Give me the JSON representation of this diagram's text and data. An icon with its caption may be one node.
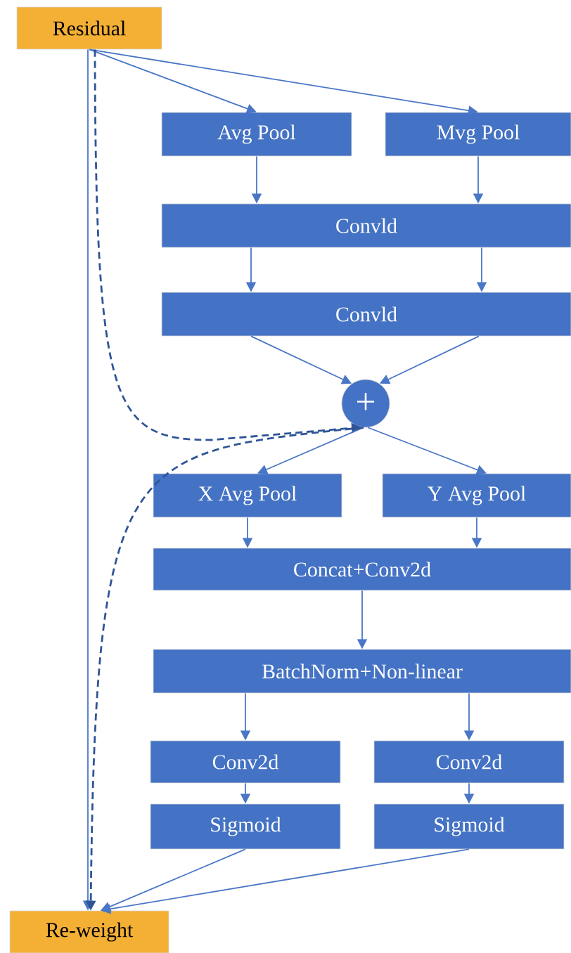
{
  "diagram": {
    "nodes": [
      {
        "text": [
          "Residual"
        ]
      },
      {
        "text": [
          "Avg Pool"
        ]
      },
      {
        "text": [
          "Mvg Pool"
        ]
      },
      {
        "text": [
          "Convld"
        ]
      },
      {
        "text": [
          "Convld"
        ]
      },
      {
        "text": [
          "+"
        ]
      },
      {
        "text": [
          "X Avg Pool"
        ]
      },
      {
        "text": [
          "Y Avg Pool"
        ]
      },
      {
        "text": [
          "Concat+Conv2d"
        ]
      },
      {
        "text": [
          "BatchNorm+Non-linear"
        ]
      },
      {
        "text": [
          "Conv2d"
        ]
      },
      {
        "text": [
          "Conv2d"
        ]
      },
      {
        "text": [
          "Sigmoid"
        ]
      },
      {
        "text": [
          "Sigmoid"
        ]
      },
      {
        "text": [
          "Re-weight"
        ]
      }
    ],
    "edges": [
      {
        "from": 0,
        "to": 1,
        "arrow": "to"
      },
      {
        "from": 0,
        "to": 2,
        "arrow": "to"
      },
      {
        "from": 1,
        "to": 3,
        "arrow": "to"
      },
      {
        "from": 2,
        "to": 3,
        "arrow": "to"
      },
      {
        "from": 3,
        "to": 4,
        "arrow": "to"
      },
      {
        "from": 3,
        "to": 4,
        "arrow": "to"
      },
      {
        "from": 4,
        "to": 5,
        "arrow": "to"
      },
      {
        "from": 4,
        "to": 5,
        "arrow": "to"
      },
      {
        "from": 0,
        "to": 5,
        "arrow": "to",
        "style": "dashed",
        "color": "#2f5597"
      },
      {
        "from": 5,
        "to": 6,
        "arrow": "to"
      },
      {
        "from": 5,
        "to": 7,
        "arrow": "to"
      },
      {
        "from": 6,
        "to": 8,
        "arrow": "to"
      },
      {
        "from": 7,
        "to": 8,
        "arrow": "to"
      },
      {
        "from": 8,
        "to": 9,
        "arrow": "to"
      },
      {
        "from": 9,
        "to": 10,
        "arrow": "to"
      },
      {
        "from": 9,
        "to": 11,
        "arrow": "to"
      },
      {
        "from": 10,
        "to": 12,
        "arrow": "to"
      },
      {
        "from": 11,
        "to": 13,
        "arrow": "to"
      },
      {
        "from": 12,
        "to": 14,
        "arrow": "to"
      },
      {
        "from": 13,
        "to": 14,
        "arrow": "to"
      },
      {
        "from": 0,
        "to": 14,
        "arrow": "to"
      },
      {
        "from": 5,
        "to": 14,
        "arrow": "to",
        "style": "dashed",
        "color": "#2f5597"
      }
    ]
  }
}
